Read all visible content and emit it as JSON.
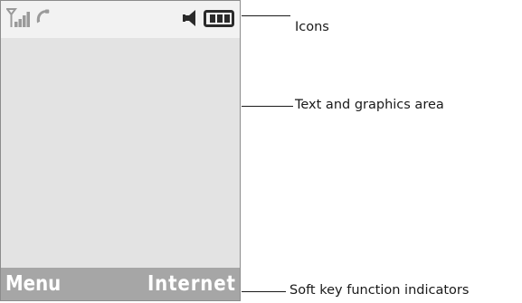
{
  "screen": {
    "status_icons": [
      {
        "icon": "signal-strength-icon"
      },
      {
        "icon": "phone-call-icon"
      },
      {
        "icon": "speaker-muted-icon"
      },
      {
        "icon": "battery-icon"
      }
    ],
    "softkeys": {
      "left": "Menu",
      "right": "Internet"
    }
  },
  "callouts": {
    "icons": "Icons",
    "text_area": "Text and graphics area",
    "softkeys": "Soft key function indicators"
  },
  "colors": {
    "status_bar": "#f2f2f2",
    "display_area": "#e3e3e3",
    "softkey_bar": "#a6a6a6",
    "icon_gray": "#9a9a9a",
    "icon_dark": "#2a2a2a"
  }
}
